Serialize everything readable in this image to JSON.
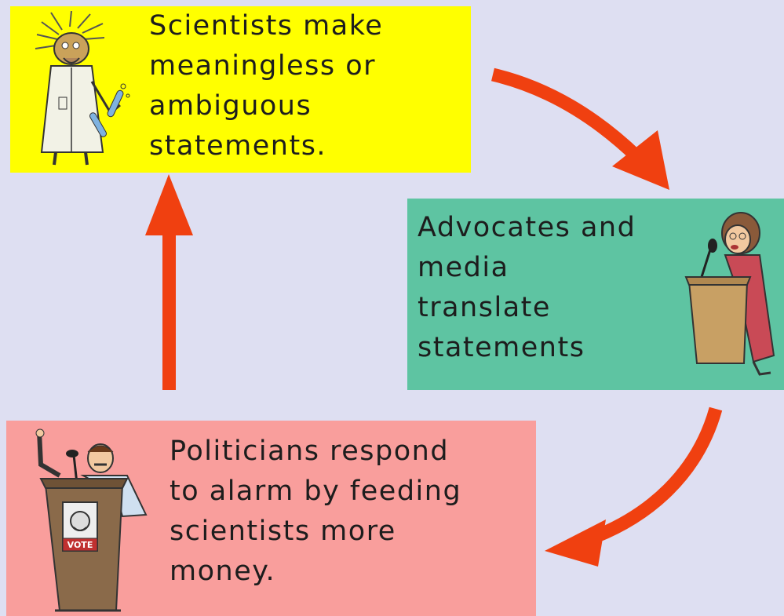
{
  "colors": {
    "background": "#dedff2",
    "scientists_box": "#ffff00",
    "advocates_box": "#5ec4a2",
    "politicians_box": "#f99e9c",
    "arrow": "#f04010"
  },
  "boxes": {
    "scientists": {
      "text": "Scientists make\nmeaningless or\nambiguous\nstatements.",
      "icon": "mad-scientist-illustration"
    },
    "advocates": {
      "text": "Advocates and\nmedia\ntranslate\nstatements",
      "icon": "woman-speaking-at-podium-illustration"
    },
    "politicians": {
      "text": "Politicians respond\nto alarm by feeding\nscientists more\nmoney.",
      "icon": "politician-at-vote-podium-illustration",
      "podium_label": "VOTE"
    }
  },
  "arrows": [
    {
      "from": "scientists",
      "to": "advocates",
      "shape": "curved"
    },
    {
      "from": "advocates",
      "to": "politicians",
      "shape": "curved"
    },
    {
      "from": "politicians",
      "to": "scientists",
      "shape": "straight"
    }
  ]
}
